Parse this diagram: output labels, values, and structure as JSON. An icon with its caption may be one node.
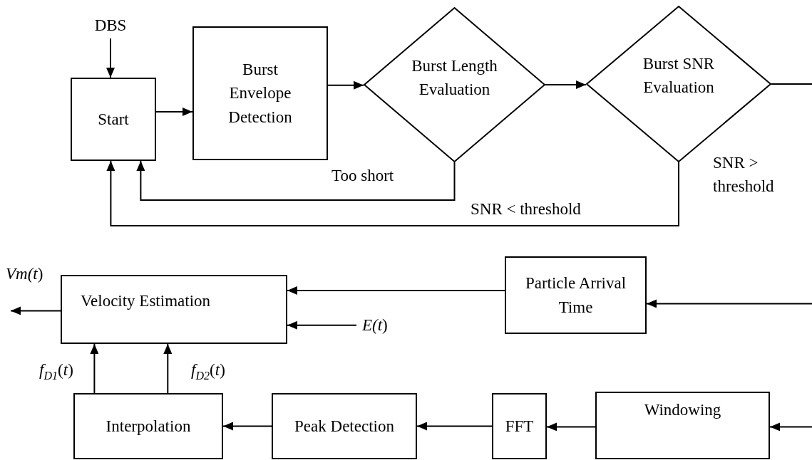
{
  "diagram": {
    "nodes": [
      {
        "text": [
          "DBS"
        ]
      },
      {
        "text": [
          "Start"
        ]
      },
      {
        "text": [
          "Burst Envelope Detection"
        ]
      },
      {
        "text": [
          "Burst Length Evaluation"
        ]
      },
      {
        "text": [
          "Burst SNR Evaluation"
        ]
      },
      {
        "text": [
          "Velocity Estimation"
        ]
      },
      {
        "text": [
          "Particle Arrival Time"
        ]
      },
      {
        "text": [
          "Interpolation"
        ]
      },
      {
        "text": [
          "Peak Detection"
        ]
      },
      {
        "text": [
          "FFT"
        ]
      },
      {
        "text": [
          "Windowing"
        ]
      }
    ],
    "edges": [
      {
        "from": 0,
        "to": 1,
        "arrow": "to"
      },
      {
        "from": 1,
        "to": 2,
        "arrow": "to"
      },
      {
        "from": 2,
        "to": 3,
        "arrow": "to"
      },
      {
        "from": 3,
        "to": 4,
        "arrow": "to"
      },
      {
        "from": 3,
        "to": 1,
        "arrow": "to",
        "label": "Too short"
      },
      {
        "from": 4,
        "to": 1,
        "arrow": "to",
        "label": "SNR < threshold"
      },
      {
        "from": 4,
        "to": null,
        "arrow": "none",
        "label": "SNR > threshold"
      },
      {
        "from": 6,
        "to": 5,
        "arrow": "to"
      },
      {
        "from": null,
        "to": 5,
        "arrow": "to",
        "label": "*E(t*)"
      },
      {
        "from": 5,
        "to": null,
        "arrow": "to",
        "label": "*Vm(t*)"
      },
      {
        "from": null,
        "to": 6,
        "arrow": "to"
      },
      {
        "from": null,
        "to": 10,
        "arrow": "to"
      },
      {
        "from": 10,
        "to": 9,
        "arrow": "to"
      },
      {
        "from": 9,
        "to": 8,
        "arrow": "to"
      },
      {
        "from": 8,
        "to": 7,
        "arrow": "to"
      },
      {
        "from": 7,
        "to": 5,
        "arrow": "to",
        "label": "*f*$_{D1}$(*t*)"
      },
      {
        "from": 7,
        "to": 5,
        "arrow": "to",
        "label": "*f*$_{D2}$(*t*)"
      }
    ]
  }
}
